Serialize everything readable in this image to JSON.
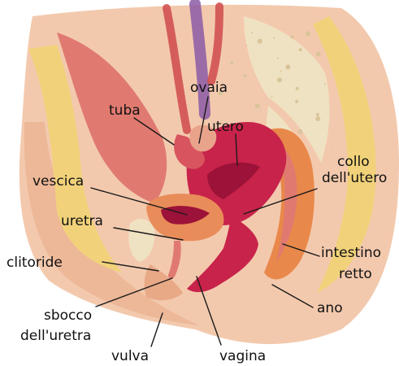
{
  "labels": {
    "ovaia": "ovaia",
    "tuba": "tuba",
    "utero": "utero",
    "collo_line1": "collo",
    "collo_line2": "dell'utero",
    "vescica": "vescica",
    "uretra": "uretra",
    "intestino_line1": "intestino",
    "intestino_line2": "retto",
    "clitoride": "clitoride",
    "ano": "ano",
    "sbocco_line1": "sbocco",
    "sbocco_line2": "dell'uretra",
    "vulva": "vulva",
    "vagina": "vagina"
  },
  "colors": {
    "skin": "#f3c9ad",
    "skin_shadow": "#e8a987",
    "bone": "#efe2c2",
    "fat": "#f1d27a",
    "muscle": "#e07a70",
    "uterus": "#c8234a",
    "uterus_dark": "#9c1238",
    "ovary": "#e9a38a",
    "tube": "#d85560",
    "bladder": "#e88c5a",
    "rectum": "#e8884a",
    "vessel_purple": "#8b5aa6",
    "vessel_red": "#cf4a4a"
  }
}
